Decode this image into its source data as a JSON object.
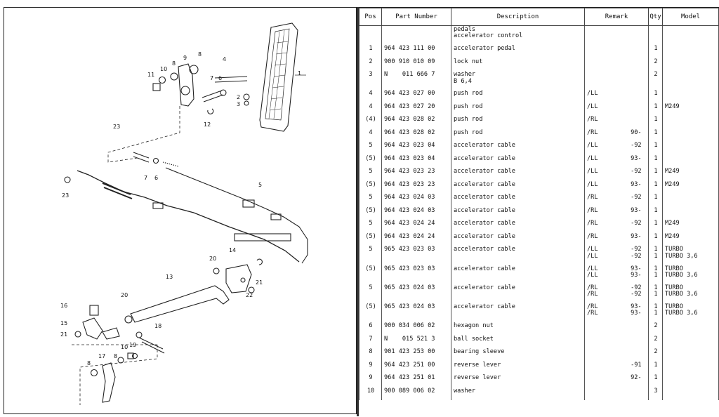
{
  "diagram": {
    "callouts": [
      "1",
      "2",
      "3",
      "4",
      "5",
      "6",
      "6",
      "7",
      "7",
      "8",
      "8",
      "8",
      "8",
      "9",
      "10",
      "10",
      "11",
      "12",
      "13",
      "14",
      "15",
      "16",
      "17",
      "18",
      "19",
      "20",
      "20",
      "21",
      "21",
      "22",
      "23"
    ],
    "ref_mark": "23"
  },
  "table": {
    "headers": {
      "pos": "Pos",
      "part": "Part Number",
      "desc": "Description",
      "remark": "Remark",
      "qty": "Qty",
      "model": "Model"
    },
    "rows": [
      {
        "pos": "",
        "part": "",
        "desc": "pedals\naccelerator control",
        "remark": "",
        "qty": "",
        "model": ""
      },
      {
        "pos": "1",
        "part": "964 423 111 00",
        "desc": "accelerator pedal",
        "remark": "",
        "qty": "1",
        "model": ""
      },
      {
        "pos": "2",
        "part": "900 910 010 09",
        "desc": "lock nut",
        "remark": "",
        "qty": "2",
        "model": ""
      },
      {
        "pos": "3",
        "part": "N    011 666 7",
        "desc": "washer\nB 6,4",
        "remark": "",
        "qty": "2",
        "model": ""
      },
      {
        "pos": "4",
        "part": "964 423 027 00",
        "desc": "push rod",
        "remark": "/LL",
        "qty": "1",
        "model": ""
      },
      {
        "pos": "4",
        "part": "964 423 027 20",
        "desc": "push rod",
        "remark": "/LL",
        "qty": "1",
        "model": "M249"
      },
      {
        "pos": "(4)",
        "part": "964 423 028 02",
        "desc": "push rod",
        "remark": "/RL",
        "qty": "1",
        "model": ""
      },
      {
        "pos": "4",
        "part": "964 423 028 02",
        "desc": "push rod",
        "remark": "/RL         90-",
        "qty": "1",
        "model": ""
      },
      {
        "pos": "5",
        "part": "964 423 023 04",
        "desc": "accelerator cable",
        "remark": "/LL         -92",
        "qty": "1",
        "model": ""
      },
      {
        "pos": "(5)",
        "part": "964 423 023 04",
        "desc": "accelerator cable",
        "remark": "/LL         93-",
        "qty": "1",
        "model": ""
      },
      {
        "pos": "5",
        "part": "964 423 023 23",
        "desc": "accelerator cable",
        "remark": "/LL         -92",
        "qty": "1",
        "model": "M249"
      },
      {
        "pos": "(5)",
        "part": "964 423 023 23",
        "desc": "accelerator cable",
        "remark": "/LL         93-",
        "qty": "1",
        "model": "M249"
      },
      {
        "pos": "5",
        "part": "964 423 024 03",
        "desc": "accelerator cable",
        "remark": "/RL         -92",
        "qty": "1",
        "model": ""
      },
      {
        "pos": "(5)",
        "part": "964 423 024 03",
        "desc": "accelerator cable",
        "remark": "/RL         93-",
        "qty": "1",
        "model": ""
      },
      {
        "pos": "5",
        "part": "964 423 024 24",
        "desc": "accelerator cable",
        "remark": "/RL         -92",
        "qty": "1",
        "model": "M249"
      },
      {
        "pos": "(5)",
        "part": "964 423 024 24",
        "desc": "accelerator cable",
        "remark": "/RL         93-",
        "qty": "1",
        "model": "M249"
      },
      {
        "pos": "5",
        "part": "965 423 023 03",
        "desc": "accelerator cable",
        "remark": "/LL         -92\n/LL         -92",
        "qty": "1\n1",
        "model": "TURBO\nTURBO 3,6"
      },
      {
        "pos": "(5)",
        "part": "965 423 023 03",
        "desc": "accelerator cable",
        "remark": "/LL         93-\n/LL         93-",
        "qty": "1\n1",
        "model": "TURBO\nTURBO 3,6"
      },
      {
        "pos": "5",
        "part": "965 423 024 03",
        "desc": "accelerator cable",
        "remark": "/RL         -92\n/RL         -92",
        "qty": "1\n1",
        "model": "TURBO\nTURBO 3,6"
      },
      {
        "pos": "(5)",
        "part": "965 423 024 03",
        "desc": "accelerator cable",
        "remark": "/RL         93-\n/RL         93-",
        "qty": "1\n1",
        "model": "TURBO\nTURBO 3,6"
      },
      {
        "pos": "6",
        "part": "900 034 006 02",
        "desc": "hexagon nut",
        "remark": "",
        "qty": "2",
        "model": ""
      },
      {
        "pos": "7",
        "part": "N    015 521 3",
        "desc": "ball socket",
        "remark": "",
        "qty": "2",
        "model": ""
      },
      {
        "pos": "8",
        "part": "901 423 253 00",
        "desc": "bearing sleeve",
        "remark": "",
        "qty": "2",
        "model": ""
      },
      {
        "pos": "9",
        "part": "964 423 251 00",
        "desc": "reverse lever",
        "remark": "            -91",
        "qty": "1",
        "model": ""
      },
      {
        "pos": "9",
        "part": "964 423 251 01",
        "desc": "reverse lever",
        "remark": "            92-",
        "qty": "1",
        "model": ""
      },
      {
        "pos": "10",
        "part": "900 089 006 02",
        "desc": "washer",
        "remark": "",
        "qty": "3",
        "model": ""
      }
    ]
  }
}
